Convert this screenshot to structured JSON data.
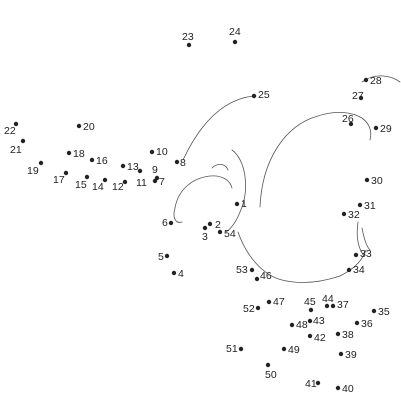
{
  "puzzle": {
    "type": "connect-the-dots",
    "dot_color": "#222222",
    "line_color": "#555555",
    "dots": [
      {
        "n": "1"
      },
      {
        "n": "2"
      },
      {
        "n": "3"
      },
      {
        "n": "4"
      },
      {
        "n": "5"
      },
      {
        "n": "6"
      },
      {
        "n": "7"
      },
      {
        "n": "8"
      },
      {
        "n": "9"
      },
      {
        "n": "10"
      },
      {
        "n": "11"
      },
      {
        "n": "12"
      },
      {
        "n": "13"
      },
      {
        "n": "14"
      },
      {
        "n": "15"
      },
      {
        "n": "16"
      },
      {
        "n": "17"
      },
      {
        "n": "18"
      },
      {
        "n": "19"
      },
      {
        "n": "20"
      },
      {
        "n": "21"
      },
      {
        "n": "22"
      },
      {
        "n": "23"
      },
      {
        "n": "24"
      },
      {
        "n": "25"
      },
      {
        "n": "26"
      },
      {
        "n": "27"
      },
      {
        "n": "28"
      },
      {
        "n": "29"
      },
      {
        "n": "30"
      },
      {
        "n": "31"
      },
      {
        "n": "32"
      },
      {
        "n": "33"
      },
      {
        "n": "34"
      },
      {
        "n": "35"
      },
      {
        "n": "36"
      },
      {
        "n": "37"
      },
      {
        "n": "38"
      },
      {
        "n": "39"
      },
      {
        "n": "40"
      },
      {
        "n": "41"
      },
      {
        "n": "42"
      },
      {
        "n": "43"
      },
      {
        "n": "44"
      },
      {
        "n": "45"
      },
      {
        "n": "46"
      },
      {
        "n": "47"
      },
      {
        "n": "48"
      },
      {
        "n": "49"
      },
      {
        "n": "50"
      },
      {
        "n": "51"
      },
      {
        "n": "52"
      },
      {
        "n": "53"
      },
      {
        "n": "54"
      }
    ]
  }
}
